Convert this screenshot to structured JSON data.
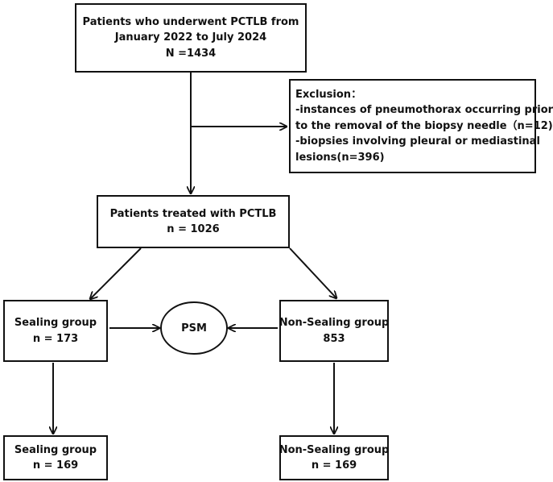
{
  "top_box": {
    "line1": "Patients who underwent PCTLB  from",
    "line2": "January 2022 to July 2024",
    "line3": "N =1434"
  },
  "exclusion_box": {
    "line1": "Exclusion：",
    "line2": "-instances of pneumothorax occurring prior",
    "line3": "to the removal of the biopsy needle（n=12)",
    "line4": "-biopsies involving pleural or mediastinal",
    "line5": "lesions(n=396)"
  },
  "treated_box": {
    "line1": "Patients treated with PCTLB",
    "line2": "n = 1026"
  },
  "sealing_box": {
    "line1": "Sealing group",
    "line2": "n = 173"
  },
  "psm": {
    "label": "PSM"
  },
  "non_sealing_box": {
    "line1": "Non-Sealing group",
    "line2": "853"
  },
  "sealing_final_box": {
    "line1": "Sealing group",
    "line2": "n = 169"
  },
  "non_sealing_final_box": {
    "line1": "Non-Sealing group",
    "line2": "n = 169"
  },
  "colors": {
    "stroke": "#111111",
    "background": "#ffffff"
  }
}
